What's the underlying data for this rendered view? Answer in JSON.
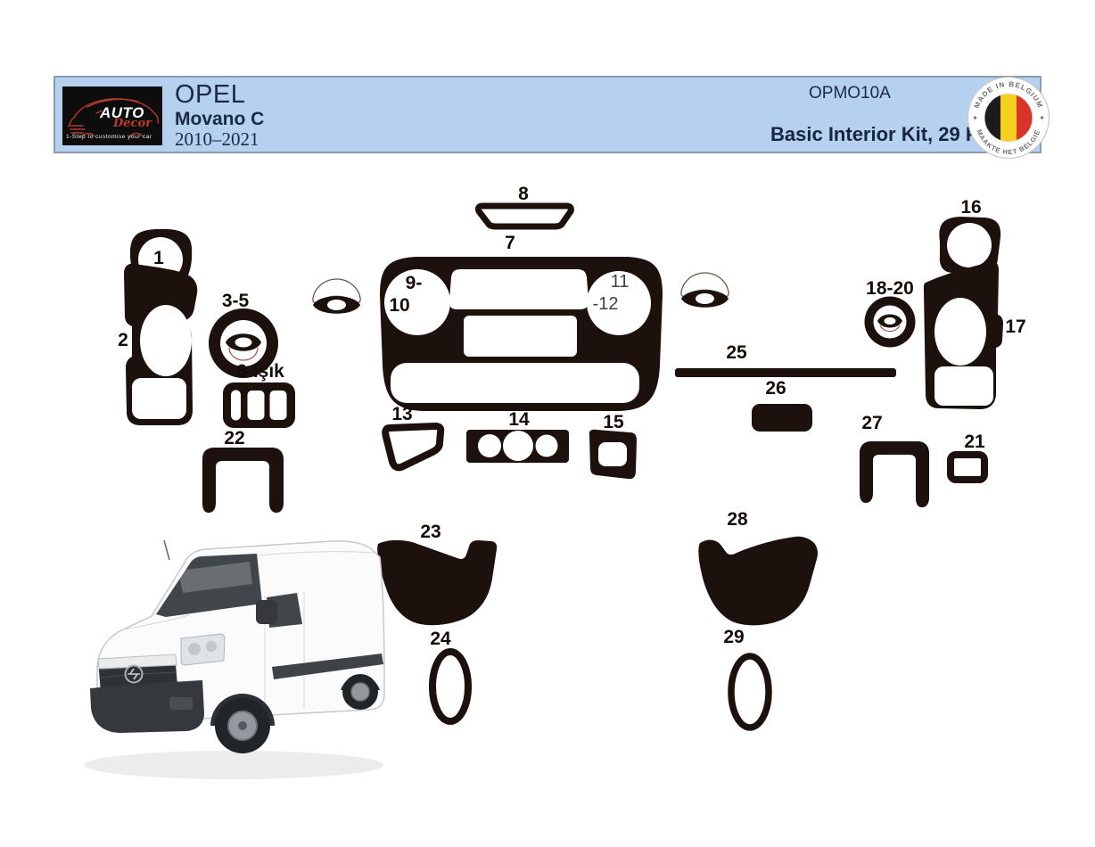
{
  "header": {
    "logo": {
      "brand_top": "AUTO",
      "brand_script": "Decor",
      "tagline": "1-Step to customise your car"
    },
    "brand": "OPEL",
    "model": "Movano C",
    "years": "2010–2021",
    "product_code": "OPMO10A",
    "kit_title": "Basic Interior Kit, 29 Pcs.",
    "badge": {
      "top_text": "MADE IN BELGIUM",
      "bottom_text": "MAAKTE HET BELGIË"
    }
  },
  "diagram": {
    "colors": {
      "ink": "#1c110c",
      "accent_red": "#a84b40",
      "band_bg": "#b5d1ef",
      "flag_black": "#1b1b1b",
      "flag_yellow": "#f6d01e",
      "flag_red": "#da3327"
    },
    "labels": [
      {
        "part": "1",
        "text": "1"
      },
      {
        "part": "2",
        "text": "2"
      },
      {
        "part": "3-5",
        "text": "3-5"
      },
      {
        "part": "6",
        "text": "6-Işık"
      },
      {
        "part": "7",
        "text": "7"
      },
      {
        "part": "8",
        "text": "8"
      },
      {
        "part": "9",
        "text": "9-"
      },
      {
        "part": "10",
        "text": "10"
      },
      {
        "part": "11",
        "text": "11"
      },
      {
        "part": "12",
        "text": "-12"
      },
      {
        "part": "13",
        "text": "13"
      },
      {
        "part": "14",
        "text": "14"
      },
      {
        "part": "15",
        "text": "15"
      },
      {
        "part": "16",
        "text": "16"
      },
      {
        "part": "17",
        "text": "17"
      },
      {
        "part": "18-20",
        "text": "18-20"
      },
      {
        "part": "21",
        "text": "21"
      },
      {
        "part": "22",
        "text": "22"
      },
      {
        "part": "23",
        "text": "23"
      },
      {
        "part": "24",
        "text": "24"
      },
      {
        "part": "25",
        "text": "25"
      },
      {
        "part": "26",
        "text": "26"
      },
      {
        "part": "27",
        "text": "27"
      },
      {
        "part": "28",
        "text": "28"
      },
      {
        "part": "29",
        "text": "29"
      }
    ]
  }
}
